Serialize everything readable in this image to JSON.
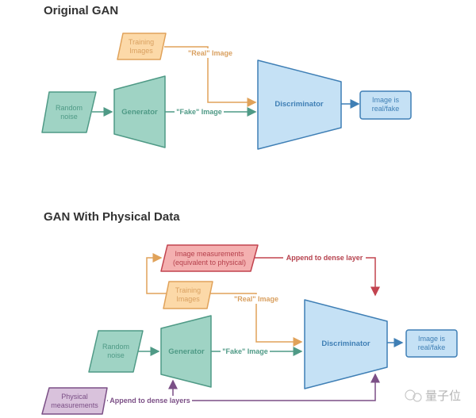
{
  "sections": {
    "original": {
      "title": "Original GAN",
      "training_images": "Training\nImages",
      "random_noise": "Random\nnoise",
      "generator": "Generator",
      "discriminator": "Discriminator",
      "output": "Image is\nreal/fake",
      "real_label": "\"Real\" Image",
      "fake_label": "\"Fake\" Image"
    },
    "physical": {
      "title": "GAN With Physical Data",
      "image_measurements": "Image measurements\n(equivalent to physical)",
      "training_images": "Training\nImages",
      "random_noise": "Random\nnoise",
      "generator": "Generator",
      "discriminator": "Discriminator",
      "output": "Image is\nreal/fake",
      "physical_measurements": "Physical\nmeasurements",
      "real_label": "\"Real\" Image",
      "fake_label": "\"Fake\" Image",
      "append_dense_layer": "Append to dense layer",
      "append_dense_layers": "Append to dense layers"
    }
  },
  "watermark": "量子位",
  "colors": {
    "orange_fill": "#fcd9a8",
    "orange_stroke": "#e0a25a",
    "orange_text": "#d9a060",
    "green_fill": "#9fd3c4",
    "green_stroke": "#4f9a86",
    "green_text": "#4f9a86",
    "blue_fill": "#c5e1f5",
    "blue_stroke": "#3f7fb5",
    "blue_text": "#3f7fb5",
    "red_fill": "#f4b0b0",
    "red_stroke": "#c2434f",
    "red_text": "#b5404c",
    "purple_fill": "#d9c2dc",
    "purple_stroke": "#7b4f86",
    "purple_text": "#7b4f86"
  }
}
